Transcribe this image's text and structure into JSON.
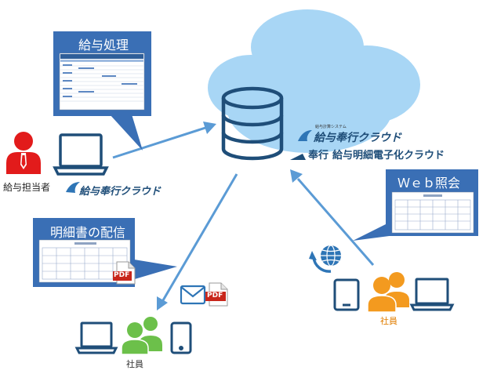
{
  "colors": {
    "navy": "#1f4e79",
    "arrow": "#5b9bd5",
    "callout": "#3a6fb5",
    "cloud": "#a8d6f5",
    "red": "#e21b1b",
    "orange": "#f39a1f",
    "green": "#6cc04a",
    "pdf": "#c8261b"
  },
  "callouts": {
    "payroll": "給与処理",
    "distribution": "明細書の配信",
    "web": "Ｗｅｂ照会"
  },
  "people": {
    "payroll_staff": "給与担当者",
    "employee_left": "社員",
    "employee_right": "社員"
  },
  "logos": {
    "small_caption": "給与計算システム",
    "bugyo_cloud": "給与奉行クラウド",
    "meisai_prefix": "奉行",
    "meisai_cloud": "給与明細電子化クラウド"
  },
  "badges": {
    "pdf_1": "PDF",
    "pdf_2": "PDF"
  }
}
